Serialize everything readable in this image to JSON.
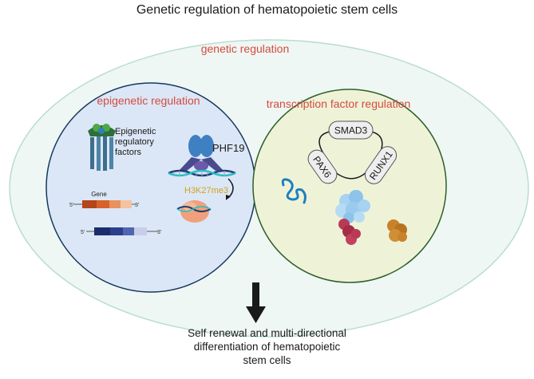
{
  "title": "Genetic regulation of hematopoietic stem cells",
  "outer": {
    "label": "genetic regulation"
  },
  "epigenetic": {
    "label": "epigenetic regulation",
    "factors_label_1": "Epigenetic",
    "factors_label_2": "regulatory",
    "factors_label_3": "factors",
    "gene_label": "Gene",
    "phf19_label": "PHF19",
    "mark_label": "H3K27me3",
    "five_prime": "5'",
    "three_prime": "3'"
  },
  "tf": {
    "label": "transcription factor regulation",
    "smad3": "SMAD3",
    "pax6": "PAX6",
    "runx1": "RUNX1"
  },
  "outcome": {
    "line1": "Self renewal and multi-directional",
    "line2": "differentiation of hematopoietic",
    "line3": "stem cells"
  },
  "colors": {
    "outer_fill": "#eef7f3",
    "outer_stroke": "#b9ddd0",
    "epi_fill": "#dbe7f6",
    "epi_stroke": "#17375e",
    "tf_fill": "#eef3d8",
    "tf_stroke": "#2f5e2a",
    "label_red": "#d64a40",
    "mark_yellow": "#d4a21a",
    "gene_orange": "#d8622a",
    "gene_navy": "#2c3f8a"
  }
}
